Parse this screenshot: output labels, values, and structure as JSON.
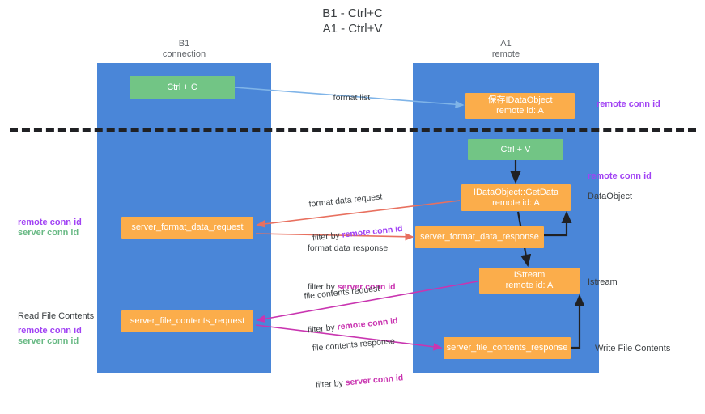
{
  "title": {
    "line1": "B1 - Ctrl+C",
    "line2": "A1 - Ctrl+V"
  },
  "columns": [
    {
      "id": "b1",
      "name": "B1",
      "role": "connection",
      "label": "B1\nconnection"
    },
    {
      "id": "a1",
      "name": "A1",
      "role": "remote",
      "label": "A1\nremote"
    }
  ],
  "colors": {
    "lane": "#4a86d8",
    "node_green": "#72c585",
    "node_orange": "#fbad4b",
    "accent_purple": "#a142f4",
    "accent_green": "#68b984",
    "accent_magenta": "#c935b0",
    "divider": "#202124",
    "wire_blue": "#7fb4e8",
    "wire_red": "#e8705f",
    "wire_black": "#202124",
    "wire_magenta": "#c935b0"
  },
  "nodes": {
    "ctrl_c": {
      "line1": "Ctrl + C",
      "line2": ""
    },
    "save_idataobject": {
      "line1": "保存IDataObject",
      "line2": "remote id: A"
    },
    "ctrl_v": {
      "line1": "Ctrl + V",
      "line2": ""
    },
    "getdata": {
      "line1": "IDataObject::GetData",
      "line2": "remote id: A"
    },
    "server_format_data_request": {
      "line1": "server_format_data_request",
      "line2": ""
    },
    "server_format_data_response": {
      "line1": "server_format_data_response",
      "line2": ""
    },
    "istream": {
      "line1": "IStream",
      "line2": "remote id: A"
    },
    "server_file_contents_request": {
      "line1": "server_file_contents_request",
      "line2": ""
    },
    "server_file_contents_response": {
      "line1": "server_file_contents_response",
      "line2": ""
    }
  },
  "edge_labels": {
    "format_list": {
      "text": "format list"
    },
    "format_data_request": {
      "line1": "format data request",
      "prefix": "filter by ",
      "highlight": "remote conn id"
    },
    "format_data_response": {
      "line1": "format data response",
      "prefix": "filter by ",
      "highlight": "server conn id"
    },
    "file_contents_request": {
      "line1": "file contents request",
      "prefix": "filter by ",
      "highlight": "remote conn id"
    },
    "file_contents_response": {
      "line1": "file contents response",
      "prefix": "filter by ",
      "highlight": "server conn id"
    }
  },
  "annotations": {
    "remote_conn_id_top": "remote conn id",
    "remote_conn_id_mid": "remote conn id",
    "dataobject": "DataObject",
    "istream": "Istream",
    "write_file_contents": "Write File Contents",
    "read_file_contents": "Read File Contents",
    "left_remote_conn_id_mid": "remote conn id",
    "left_server_conn_id_mid": "server conn id",
    "left_remote_conn_id_bottom": "remote conn id",
    "left_server_conn_id_bottom": "server conn id"
  }
}
